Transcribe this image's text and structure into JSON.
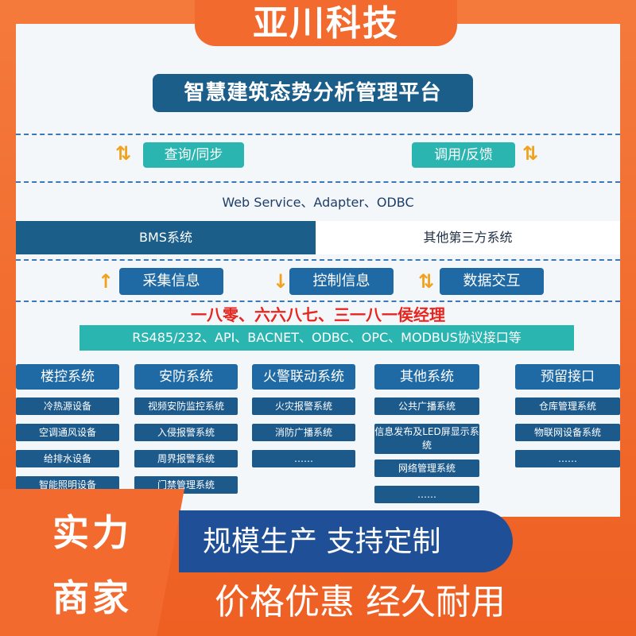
{
  "brand": "亚川科技",
  "platform_title": "智慧建筑态势分析管理平台",
  "upper_flows": {
    "left": "查询/同步",
    "right": "调用/反馈",
    "left_arrow": "⇅",
    "right_arrow": "⇅"
  },
  "apis": "Web Service、Adapter、ODBC",
  "systems_row": {
    "bms": "BMS系统",
    "third": "其他第三方系统"
  },
  "lower_flows": {
    "collect": "采集信息",
    "control": "控制信息",
    "exchange": "数据交互",
    "collect_arrow": "↑",
    "control_arrow": "↓",
    "exchange_arrow": "⇅"
  },
  "contact": "一八零、六六八七、三一八一侯经理",
  "protocols": "RS485/232、API、BACNET、ODBC、OPC、MODBUS协议接口等",
  "columns": [
    {
      "title": "楼控系统",
      "items": [
        "冷热源设备",
        "空调通风设备",
        "给排水设备",
        "智能照明设备"
      ]
    },
    {
      "title": "安防系统",
      "items": [
        "视频安防监控系统",
        "入侵报警系统",
        "周界报警系统",
        "门禁管理系统"
      ]
    },
    {
      "title": "火警联动系统",
      "items": [
        "火灾报警系统",
        "消防广播系统",
        "……"
      ]
    },
    {
      "title": "其他系统",
      "items": [
        "公共广播系统",
        "信息发布及LED屏显示系统",
        "网络管理系统",
        "……"
      ]
    },
    {
      "title": "预留接口",
      "items": [
        "仓库管理系统",
        "物联网设备系统",
        "……"
      ]
    }
  ],
  "promo": {
    "left_line1": "实力",
    "left_line2": "商家",
    "pill": "规模生产  支持定制",
    "bottom": "价格优惠  经久耐用"
  }
}
